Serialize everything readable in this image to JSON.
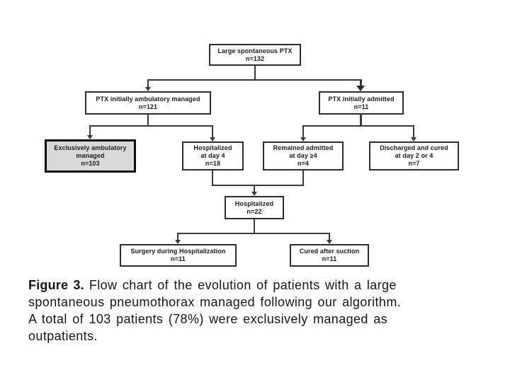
{
  "figure": {
    "caption_label": "Figure 3.",
    "caption_lines": [
      "Flow chart of the evolution of patients with a large",
      "spontaneous pneumothorax managed following our algorithm.",
      "A total of 103 patients (78%) were exclusively managed as",
      "outpatients."
    ]
  },
  "flowchart": {
    "nodes": {
      "n1": {
        "label": "Large spontaneous PTX",
        "n": "n=132"
      },
      "n2": {
        "label": "PTX initially ambulatory managed",
        "n": "n=121"
      },
      "n3": {
        "label": "PTX initially admitted",
        "n": "n=11"
      },
      "n4": {
        "label": "Exclusively ambulatory\nmanaged",
        "n": "n=103"
      },
      "n5": {
        "label": "Hospitalized\nat day 4",
        "n": "n=18"
      },
      "n6": {
        "label": "Remained admitted\nat day ≥4",
        "n": "n=4"
      },
      "n7": {
        "label": "Discharged and cured\nat day 2 or 4",
        "n": "n=7"
      },
      "n8": {
        "label": "Hospitalized",
        "n": "n=22"
      },
      "n9": {
        "label": "Surgery during Hospitalization",
        "n": "n=11"
      },
      "n10": {
        "label": "Cured after suction",
        "n": "n=11"
      }
    },
    "edges": [
      [
        "n1",
        "n2"
      ],
      [
        "n1",
        "n3"
      ],
      [
        "n2",
        "n4"
      ],
      [
        "n2",
        "n5"
      ],
      [
        "n3",
        "n6"
      ],
      [
        "n3",
        "n7"
      ],
      [
        "n5",
        "n8"
      ],
      [
        "n6",
        "n8"
      ],
      [
        "n8",
        "n9"
      ],
      [
        "n8",
        "n10"
      ]
    ],
    "colors": {
      "line": "#3a3a3a",
      "node_border": "#2d2d2d",
      "highlight_fill": "#d9d9d9",
      "highlight_border": "#0d0d0d",
      "background": "#ffffff"
    }
  }
}
